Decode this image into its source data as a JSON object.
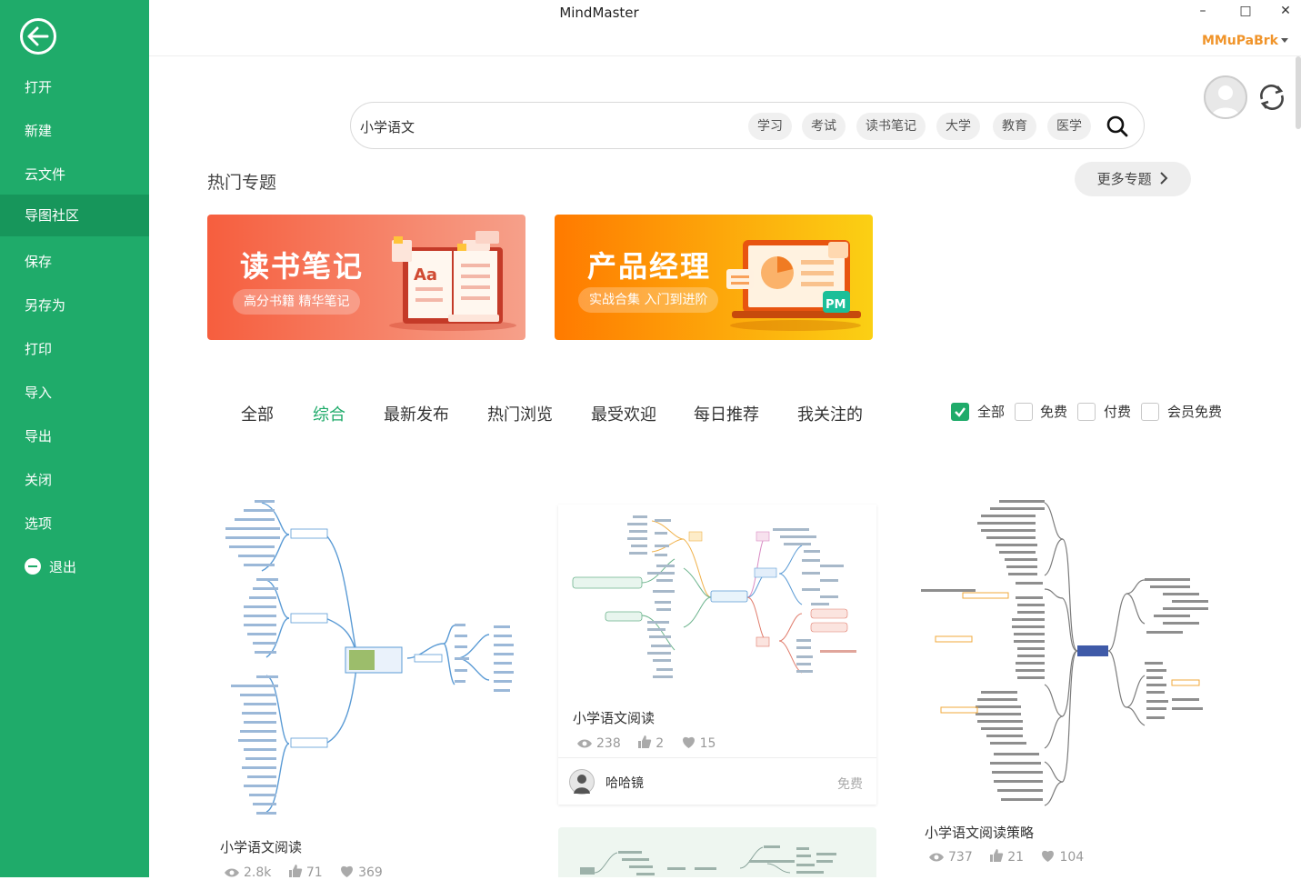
{
  "app": {
    "title": "MindMaster",
    "user": "MMuPaBrk",
    "minimize": "–",
    "maximize": "□",
    "close": "✕"
  },
  "sidebar": {
    "items": [
      {
        "label": "打开"
      },
      {
        "label": "新建"
      },
      {
        "label": "云文件"
      },
      {
        "label": "导图社区",
        "active": true
      },
      {
        "label": "保存"
      },
      {
        "label": "另存为"
      },
      {
        "label": "打印"
      },
      {
        "label": "导入"
      },
      {
        "label": "导出"
      },
      {
        "label": "关闭"
      },
      {
        "label": "选项"
      },
      {
        "label": "退出"
      }
    ]
  },
  "search": {
    "value": "小学语文",
    "tags": [
      "学习",
      "考试",
      "读书笔记",
      "大学",
      "教育",
      "医学"
    ]
  },
  "hot": {
    "title": "热门专题",
    "more": "更多专题",
    "banners": [
      {
        "title": "读书笔记",
        "subtitle": "高分书籍 精华笔记",
        "icon_text": "Aa"
      },
      {
        "title": "产品经理",
        "subtitle": "实战合集 入门到进阶",
        "icon_text": "PM"
      }
    ]
  },
  "tabs": [
    "全部",
    "综合",
    "最新发布",
    "热门浏览",
    "最受欢迎",
    "每日推荐",
    "我关注的"
  ],
  "active_tab": 1,
  "filters": [
    {
      "label": "全部",
      "checked": true
    },
    {
      "label": "免费",
      "checked": false
    },
    {
      "label": "付费",
      "checked": false
    },
    {
      "label": "会员免费",
      "checked": false
    }
  ],
  "cards": [
    {
      "title": "小学语文阅读",
      "views": "2.8k",
      "likes": "71",
      "favorites": "369"
    },
    {
      "title": "小学语文阅读",
      "views": "238",
      "likes": "2",
      "favorites": "15",
      "author": "哈哈镜",
      "price": "免费"
    },
    {
      "title": "小学语文阅读策略",
      "views": "737",
      "likes": "21",
      "favorites": "104"
    }
  ],
  "colors": {
    "brand": "#1fab6a",
    "user": "#f0942a"
  }
}
